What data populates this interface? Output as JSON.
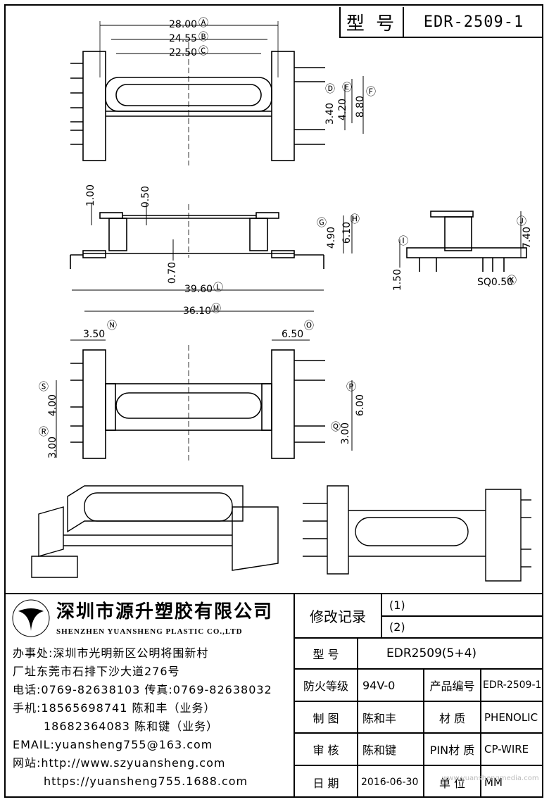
{
  "title_block": {
    "label": "型 号",
    "value": "EDR-2509-1"
  },
  "dims_top": {
    "a": "28.00",
    "a_tag": "Ⓐ",
    "b": "24.55",
    "b_tag": "Ⓑ",
    "c": "22.50",
    "c_tag": "Ⓒ",
    "d_tag": "Ⓓ",
    "e_tag": "Ⓔ",
    "f_tag": "Ⓕ",
    "d": "3.40",
    "e": "4.20",
    "f": "8.80"
  },
  "dims_side": {
    "one": "1.00",
    "half": "0.50",
    "g": "4.90",
    "g_tag": "Ⓖ",
    "h": "6.10",
    "h_tag": "Ⓗ",
    "gap": "0.70",
    "l": "39.60",
    "l_tag": "Ⓛ"
  },
  "dims_end": {
    "i": "1.50",
    "i_tag": "Ⓘ",
    "j": "7.40",
    "j_tag": "Ⓙ",
    "k": "SQ0.50",
    "k_tag": "Ⓚ"
  },
  "dims_bottom": {
    "m": "36.10",
    "m_tag": "Ⓜ",
    "n": "3.50",
    "n_tag": "Ⓝ",
    "o": "6.50",
    "o_tag": "Ⓞ",
    "s": "4.00",
    "s_tag": "Ⓢ",
    "r": "3.00",
    "r_tag": "Ⓡ",
    "p": "6.00",
    "p_tag": "Ⓟ",
    "q": "3.00",
    "q_tag": "Ⓠ"
  },
  "company": {
    "name_cn": "深圳市源升塑胶有限公司",
    "name_en": "SHENZHEN YUANSHENG PLASTIC CO.,LTD",
    "office": "办事处:深圳市光明新区公明将围新村",
    "factory": "厂址东莞市石排下沙大道276号",
    "phone": "电话:0769-82638103 传真:0769-82638032",
    "mobile1": "手机:18565698741 陈和丰（业务）",
    "mobile2": "18682364083 陈和键（业务）",
    "email": "EMAIL:yuansheng755@163.com",
    "web1": "网站:http://www.szyuansheng.com",
    "web2": "https://yuansheng755.1688.com"
  },
  "table": {
    "revision_label": "修改记录",
    "rev1": "(1)",
    "rev2": "(2)",
    "model_label": "型  号",
    "model_value": "EDR2509(5+4)",
    "fire_label": "防火等级",
    "fire_value": "94V-0",
    "product_no_label": "产品编号",
    "product_no_value": "EDR-2509-1",
    "drawn_label": "制  图",
    "drawn_value": "陈和丰",
    "material_label": "材  质",
    "material_value": "PHENOLIC",
    "review_label": "审  核",
    "review_value": "陈和键",
    "pin_label": "PIN材 质",
    "pin_value": "CP-WIRE",
    "date_label": "日  期",
    "date_value": "2016-06-30",
    "unit_label": "单  位",
    "unit_value": "MM"
  },
  "watermark": "www.yuanshengmedia.com"
}
